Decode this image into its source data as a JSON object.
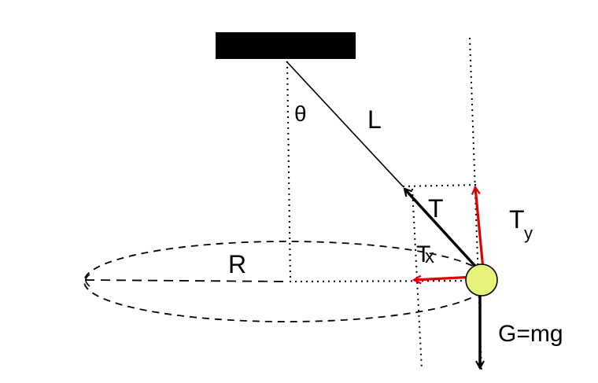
{
  "labels": {
    "theta": "θ",
    "length": "L",
    "tension": "T",
    "tension_y": "T",
    "tension_y_sub": "y",
    "tension_x": "T",
    "tension_x_sub": "x",
    "radius": "R",
    "gravity": "G=mg"
  },
  "colors": {
    "ink": "#000000",
    "force_red": "#e00000",
    "bob_fill": "#e6f27a",
    "support_fill": "#000000"
  }
}
